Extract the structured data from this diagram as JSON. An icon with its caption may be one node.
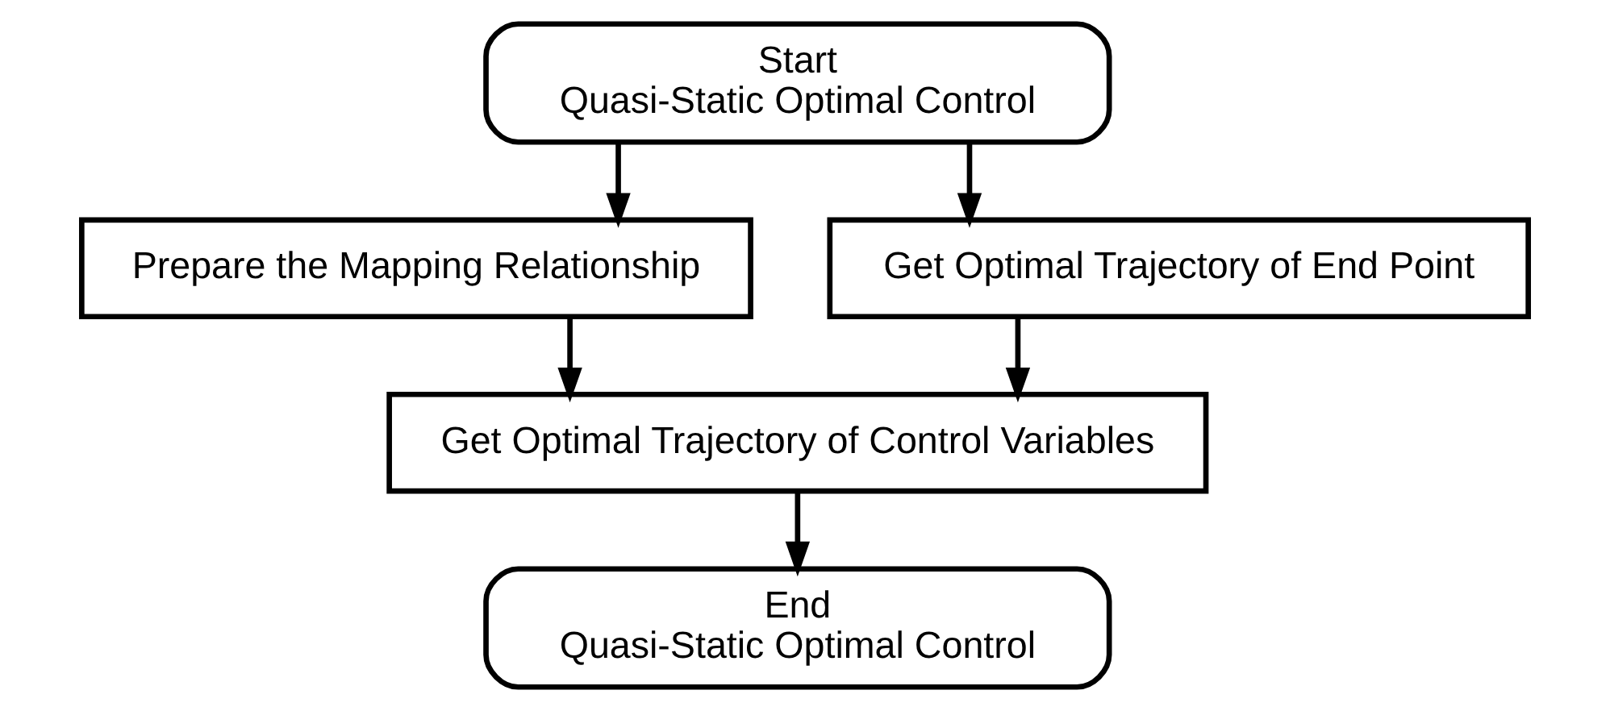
{
  "diagram": {
    "nodes": [
      {
        "text": [
          "Start",
          "Quasi-Static Optimal Control"
        ]
      },
      {
        "text": [
          "Prepare the Mapping Relationship"
        ]
      },
      {
        "text": [
          "Get Optimal Trajectory of End Point"
        ]
      },
      {
        "text": [
          "Get Optimal Trajectory of Control Variables"
        ]
      },
      {
        "text": [
          "End",
          "Quasi-Static Optimal Control"
        ]
      }
    ],
    "edges": [
      {
        "from": 0,
        "to": 1,
        "arrow": "to"
      },
      {
        "from": 0,
        "to": 2,
        "arrow": "to"
      },
      {
        "from": 1,
        "to": 3,
        "arrow": "to"
      },
      {
        "from": 2,
        "to": 3,
        "arrow": "to"
      },
      {
        "from": 3,
        "to": 4,
        "arrow": "to"
      }
    ]
  }
}
